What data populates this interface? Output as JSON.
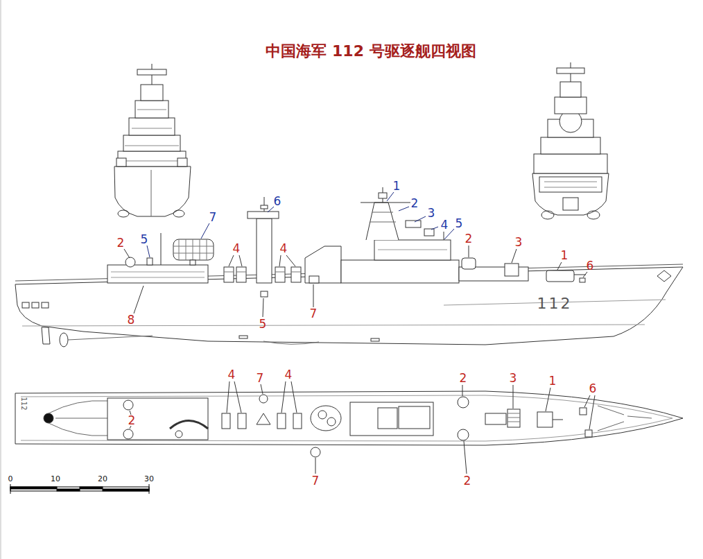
{
  "diagram": {
    "title": "中国海军 112 号驱逐舰四视图",
    "labels": [
      "1",
      "6",
      "2",
      "7",
      "3",
      "4",
      "5",
      "2",
      "5",
      "4",
      "4",
      "2",
      "3",
      "1",
      "6",
      "112",
      "8",
      "5",
      "7",
      "4",
      "7",
      "4",
      "2",
      "3",
      "1",
      "6",
      "112",
      "2",
      "2",
      "7",
      "0",
      "10",
      "20",
      "30"
    ]
  }
}
